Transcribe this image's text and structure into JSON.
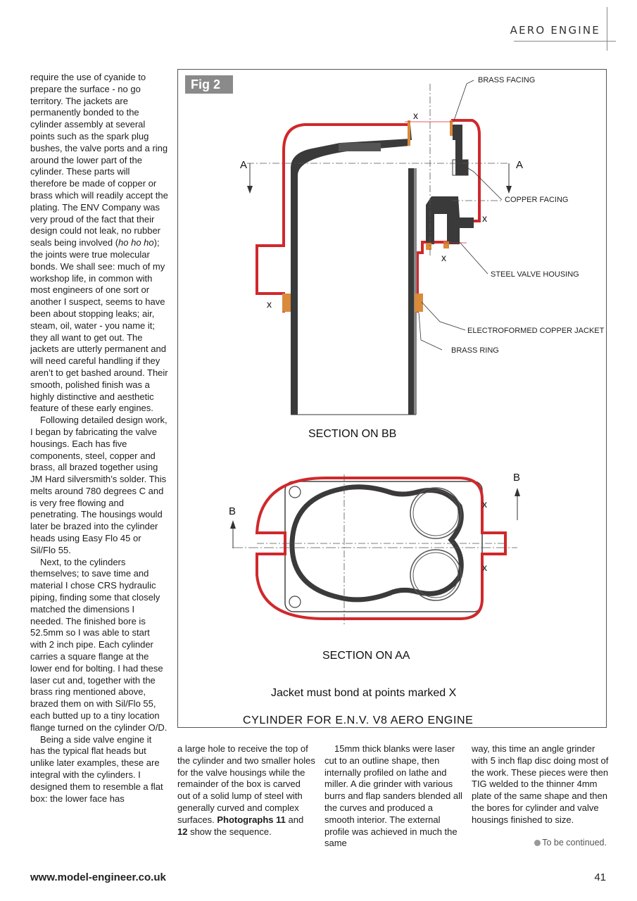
{
  "header": {
    "section": "AERO ENGINE"
  },
  "col1": [
    "require the use of cyanide to prepare the surface - no go territory. The jackets are permanently bonded to the cylinder assembly at several points such as the spark plug bushes, the valve ports and a ring around the lower part of the cylinder. These parts will therefore be made of copper or brass which will readily accept the plating. The ENV Company was very proud of the fact that their design could not leak, no rubber seals being involved (",
    "ho ho ho",
    "); the joints were true molecular bonds. We shall see: much of my workshop life, in common with most engineers of one sort or another I suspect, seems to have been about stopping leaks; air, steam, oil, water - you name it; they all want to get out.  The jackets are utterly permanent and will need careful handling if they aren’t to get bashed around. Their smooth, polished finish was a highly distinctive and aesthetic feature of these early engines.",
    "Following detailed design work, I began by fabricating the valve housings. Each has five components, steel, copper and brass, all brazed together using JM Hard silversmith’s solder. This melts around 780 degrees C and is very free flowing and penetrating. The housings would later be brazed into the cylinder heads using Easy Flo 45 or Sil/Flo 55.",
    "Next, to the cylinders themselves; to save time and material I chose CRS hydraulic piping, finding some that closely matched the dimensions I needed. The finished bore is 52.5mm so I was able to start with 2 inch pipe. Each cylinder carries a square flange at the lower end for bolting. I had these laser cut and, together with the brass ring mentioned above, brazed them on with Sil/Flo 55, each butted up to a tiny location flange turned on the cylinder O/D.",
    "Being a side valve engine it has the typical flat heads but unlike later examples, these are integral with the cylinders. I designed them to resemble a flat box: the lower face has"
  ],
  "col2": {
    "text": "a large hole to receive the top of the cylinder and two smaller holes for the valve housings while the remainder of the box is carved out of a solid lump of steel with generally curved and complex surfaces. ",
    "bold1": "Photographs 11",
    "and": " and ",
    "bold2": "12",
    "tail": " show the sequence."
  },
  "col3": "15mm thick blanks were laser cut to an outline shape, then internally profiled on lathe and miller. A die grinder with various burrs and flap sanders blended all the curves and produced a smooth interior. The external profile was achieved in much the same",
  "col4": "way, this time an angle grinder with 5 inch flap disc doing most of the work. These pieces were then TIG welded to the thinner 4mm plate of the same shape and then the bores for cylinder and valve housings finished to size.",
  "continued": "To be continued.",
  "figure": {
    "tag": "Fig 2",
    "labels": {
      "brass_facing": "BRASS FACING",
      "copper_facing": "COPPER FACING",
      "steel_valve_housing": "STEEL VALVE HOUSING",
      "electroformed_copper_jacket": "ELECTROFORMED COPPER JACKET",
      "brass_ring": "BRASS RING",
      "section_bb": "SECTION ON BB",
      "section_aa": "SECTION ON AA",
      "note": "Jacket must bond at points marked X",
      "title": "CYLINDER FOR E.N.V.  V8 AERO ENGINE",
      "a": "A",
      "b": "B",
      "x": "x"
    },
    "colors": {
      "jacket": "#d0282c",
      "steel": "#3a3a3a",
      "brass": "#d98a3a"
    }
  },
  "footer": {
    "url": "www.model-engineer.co.uk",
    "page": "41"
  }
}
